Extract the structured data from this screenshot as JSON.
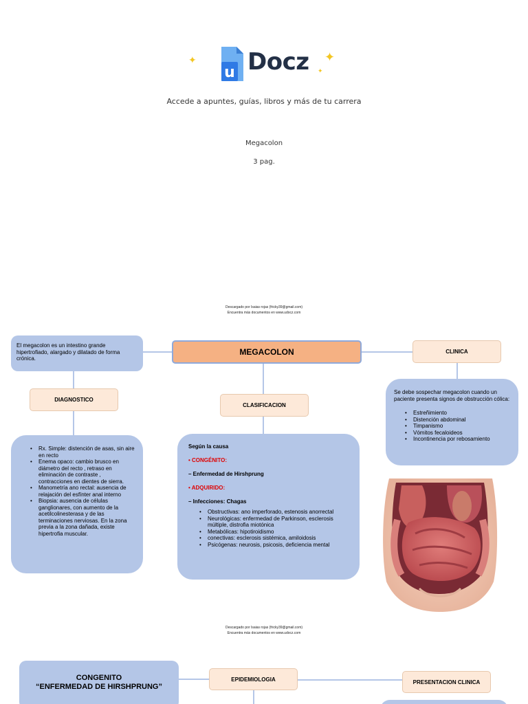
{
  "cover": {
    "logo_letter": "u",
    "logo_text": "Docz",
    "tagline": "Accede a apuntes, guías, libros y más de tu carrera",
    "doc_title": "Megacolon",
    "doc_pages": "3 pag."
  },
  "credits": {
    "downloaded_by": "Descargado por Isaias rojas (fricky39@gmail.com)",
    "more_docs": "Encuentra más documentos en www.udocz.com"
  },
  "map": {
    "definition": "El megacolon es un  intestino grande hipertrofiado, alargado y dilatado de forma crónica.",
    "title": "MEGACOLON",
    "clinica": "CLINICA",
    "diagnostico": "DIAGNOSTICO",
    "clasificacion": "CLASIFICACION",
    "clinica_intro": "Se debe sospechar megacolon cuando un paciente presenta signos de obstrucción cólica:",
    "clinica_items": [
      "Estreñimiento",
      "Distención abdominal",
      "Timpanismo",
      "Vómitos fecaloideos",
      "Incontinencia por rebosamiento"
    ],
    "diagnostico_items": [
      "Rx. Simple: distención de asas, sin aire en recto",
      "Enema opaco: cambio brusco en diámetro del recto , retraso en eliminación de contraste , contracciones en dientes de sierra.",
      "Manometría ano rectal: ausencia de relajación del esfínter anal interno",
      "Biopsia: ausencia de células ganglionares, con aumento de la acetilcolinesterasa y de las terminaciones nerviosas. En la zona previa a la zona dañada, existe hipertrofia muscular."
    ],
    "clas_heading": "Según la causa",
    "clas_congenito": "• CONGÉNITO:",
    "clas_hirsh": "– Enfermedad de Hirshprung",
    "clas_adquirido": "• ADQUIRIDO:",
    "clas_infecciones": "– Infecciones: Chagas",
    "clas_items": [
      "Obstructivas: ano imperforado, estenosis anorrectal",
      "Neurológicas: enfermedad de Parkinson, esclerosis múltiple, distrofia miotónica",
      "Metabólicas: hipotiroidismo",
      "conectivas: esclerosis sistémica, amiloidosis",
      "Psicógenas: neurosis, psicosis, deficiencia mental"
    ]
  },
  "page2": {
    "congenito_line1": "CONGENITO",
    "congenito_line2": "“ENFERMEDAD DE HIRSHPRUNG”",
    "epidemiologia": "EPIDEMIOLOGIA",
    "presentacion": "PRESENTACION CLINICA"
  },
  "colors": {
    "blue_box": "#b4c6e7",
    "peach_box": "#fde9d9",
    "title_box": "#f5b183",
    "red_text": "#e00000"
  }
}
